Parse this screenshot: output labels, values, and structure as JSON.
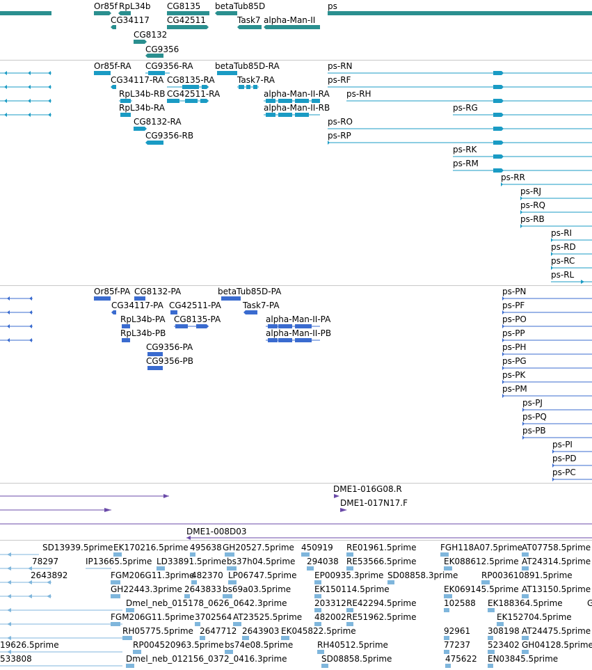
{
  "colors": {
    "gene": "#2a8f8f",
    "mrna": "#1a9bc4",
    "protein": "#3a6bcf",
    "clone": "#6a4aa8",
    "est": "#7fb6dc",
    "separator": "#c8c8c8"
  },
  "tracks": {
    "gene": {
      "labels": [
        "Or85f",
        "RpL34b",
        "CG8135",
        "betaTub85D",
        "ps",
        "CG34117",
        "CG42511",
        "Task7",
        "alpha-Man-II",
        "CG8132",
        "CG9356"
      ]
    },
    "mrna": {
      "labels": [
        "Or85f-RA",
        "CG9356-RA",
        "betaTub85D-RA",
        "ps-RN",
        "CG34117-RA",
        "CG8135-RA",
        "Task7-RA",
        "ps-RF",
        "RpL34b-RB",
        "CG42511-RA",
        "alpha-Man-II-RA",
        "ps-RH",
        "RpL34b-RA",
        "alpha-Man-II-RB",
        "ps-RG",
        "CG8132-RA",
        "ps-RO",
        "CG9356-RB",
        "ps-RP",
        "ps-RK",
        "ps-RM",
        "ps-RR",
        "ps-RJ",
        "ps-RQ",
        "ps-RB",
        "ps-RI",
        "ps-RD",
        "ps-RC",
        "ps-RL"
      ]
    },
    "protein": {
      "labels": [
        "Or85f-PA",
        "CG8132-PA",
        "betaTub85D-PA",
        "ps-PN",
        "CG34117-PA",
        "CG42511-PA",
        "Task7-PA",
        "ps-PF",
        "RpL34b-PA",
        "CG8135-PA",
        "alpha-Man-II-PA",
        "ps-PO",
        "RpL34b-PB",
        "alpha-Man-II-PB",
        "ps-PP",
        "ps-PH",
        "CG9356-PA",
        "ps-PG",
        "CG9356-PB",
        "ps-PK",
        "ps-PM",
        "ps-PJ",
        "ps-PQ",
        "ps-PB",
        "ps-PI",
        "ps-PD",
        "ps-PC"
      ]
    },
    "clone": {
      "labels": [
        "DME1-016G08.R",
        "DME1-017N17.F",
        "DME1-008D03"
      ]
    },
    "est": {
      "labels": [
        "SD13939.5prime",
        "EK170216.5prime",
        "495638",
        "GH20527.5prime",
        "450919",
        "RE01961.5prime",
        "FGH118A07.5prime",
        "AT07758.5prime",
        "78297",
        "IP13665.5prime",
        "LD33891.5prime",
        "bs37h04.5prime",
        "294038",
        "RE53566.5prime",
        "EK088612.5prime",
        "AT24314.5prime",
        "2643892",
        "FGM206G11.3prime",
        "482370",
        "LP06747.5prime",
        "EP00935.3prime",
        "SD08858.3prime",
        "RP003610891.5prime",
        "GH22443.3prime",
        "2643833",
        "bs69a03.5prime",
        "EK150114.5prime",
        "EK069145.5prime",
        "AT13150.5prime",
        "Dmel_neb_015178_0626_0642.3prime",
        "203312",
        "RE42294.5prime",
        "102588",
        "EK188364.5prime",
        "G",
        "FGM206G11.5prime",
        "3702564",
        "AT23525.5prime",
        "482002",
        "RE51962.5prime",
        "EK152704.5prime",
        "RH05775.5prime",
        "2647712",
        "2643903",
        "EK045822.5prime",
        "92961",
        "308198",
        "AT24475.5prime",
        "19626.5prime",
        "RP004520963.5prime",
        "bs74e08.5prime",
        "RH40512.5prime",
        "77237",
        "523402",
        "GH04128.5prime",
        "533808",
        "Dmel_neb_012156_0372_0416.3prime",
        "SD08858.5prime",
        "475622",
        "EN03845.5prime"
      ]
    }
  }
}
